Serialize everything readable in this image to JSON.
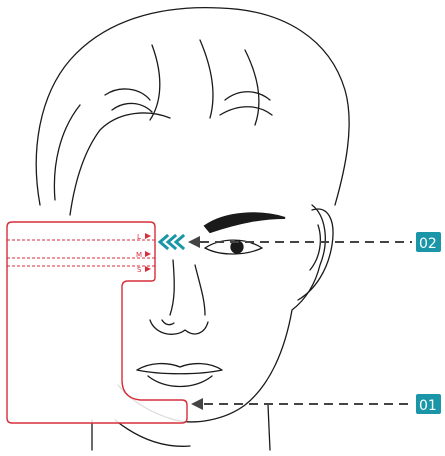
{
  "sizes": [
    {
      "label": "L"
    },
    {
      "label": "M"
    },
    {
      "label": "S"
    }
  ],
  "callouts": [
    {
      "label": "02"
    },
    {
      "label": "01"
    }
  ],
  "colors": {
    "outline": "#d62e3a",
    "face": "#1a1a1a",
    "callout": "#444444",
    "badge": "#1a96a8",
    "chevron": "#1a96a8"
  }
}
